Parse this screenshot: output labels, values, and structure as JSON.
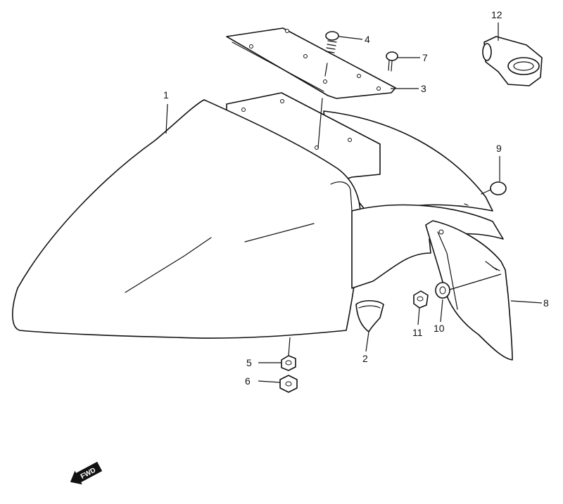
{
  "callouts": {
    "c1": "1",
    "c2": "2",
    "c3": "3",
    "c4": "4",
    "c5": "5",
    "c6": "6",
    "c7": "7",
    "c8": "8",
    "c9": "9",
    "c10": "10",
    "c11": "11",
    "c12": "12"
  },
  "direction_arrow": {
    "label": "FWD"
  },
  "colors": {
    "line": "#111111",
    "background": "#ffffff"
  }
}
